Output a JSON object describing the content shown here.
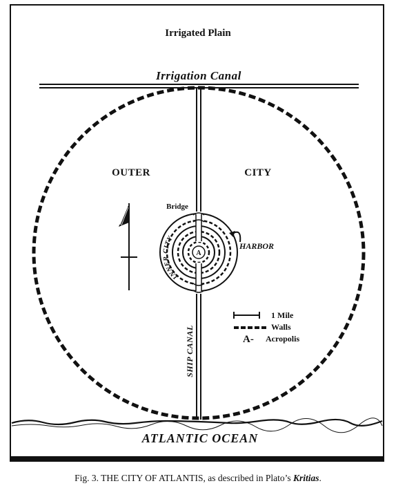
{
  "labels": {
    "irrigated_plain": "Irrigated Plain",
    "irrigation_canal": "Irrigation Canal",
    "outer": "OUTER",
    "city": "CITY",
    "bridge": "Bridge",
    "harbor": "HARBOR",
    "inner_city": "INNER CITY",
    "acropolis_marker": "A",
    "ship_canal": "SHIP CANAL",
    "atlantic_ocean": "ATLANTIC OCEAN"
  },
  "legend": {
    "mile": "1 Mile",
    "walls": "Walls",
    "acropolis_key": "A-",
    "acropolis": "Acropolis"
  },
  "caption": {
    "prefix": "Fig. 3. THE CITY OF ATLANTIS, as described in Plato’s ",
    "work": "Kritias",
    "suffix": "."
  }
}
